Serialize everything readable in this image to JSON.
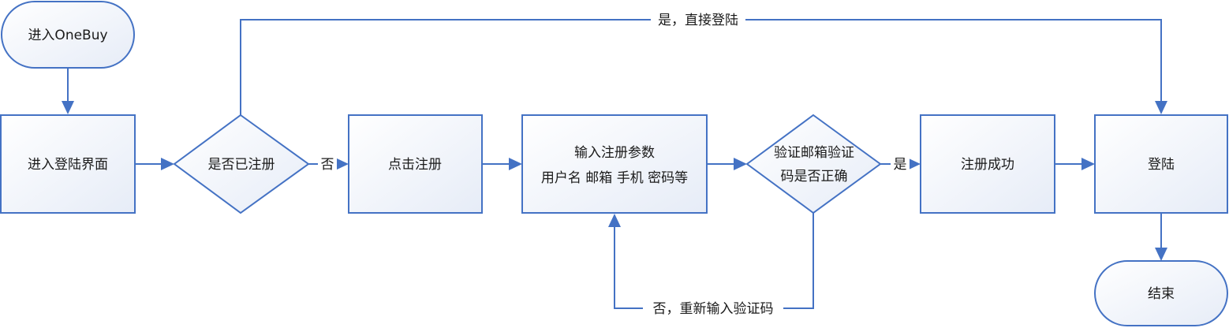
{
  "colors": {
    "stroke": "#4472c4",
    "fill_top": "#ffffff",
    "fill_bottom": "#e6ecf7",
    "text": "#1a1a1a"
  },
  "nodes": {
    "start": "进入OneBuy",
    "login_page": "进入登陆界面",
    "registered_check": "是否已注册",
    "click_register": "点击注册",
    "input_params_line1": "输入注册参数",
    "input_params_line2": "用户名 邮箱 手机 密码等",
    "verify_line1": "验证邮箱验证",
    "verify_line2": "码是否正确",
    "register_success": "注册成功",
    "login": "登陆",
    "end": "结束"
  },
  "edges": {
    "yes_direct_login": "是，直接登陆",
    "no_register": "否",
    "yes_verified": "是",
    "no_reenter": "否，重新输入验证码"
  }
}
